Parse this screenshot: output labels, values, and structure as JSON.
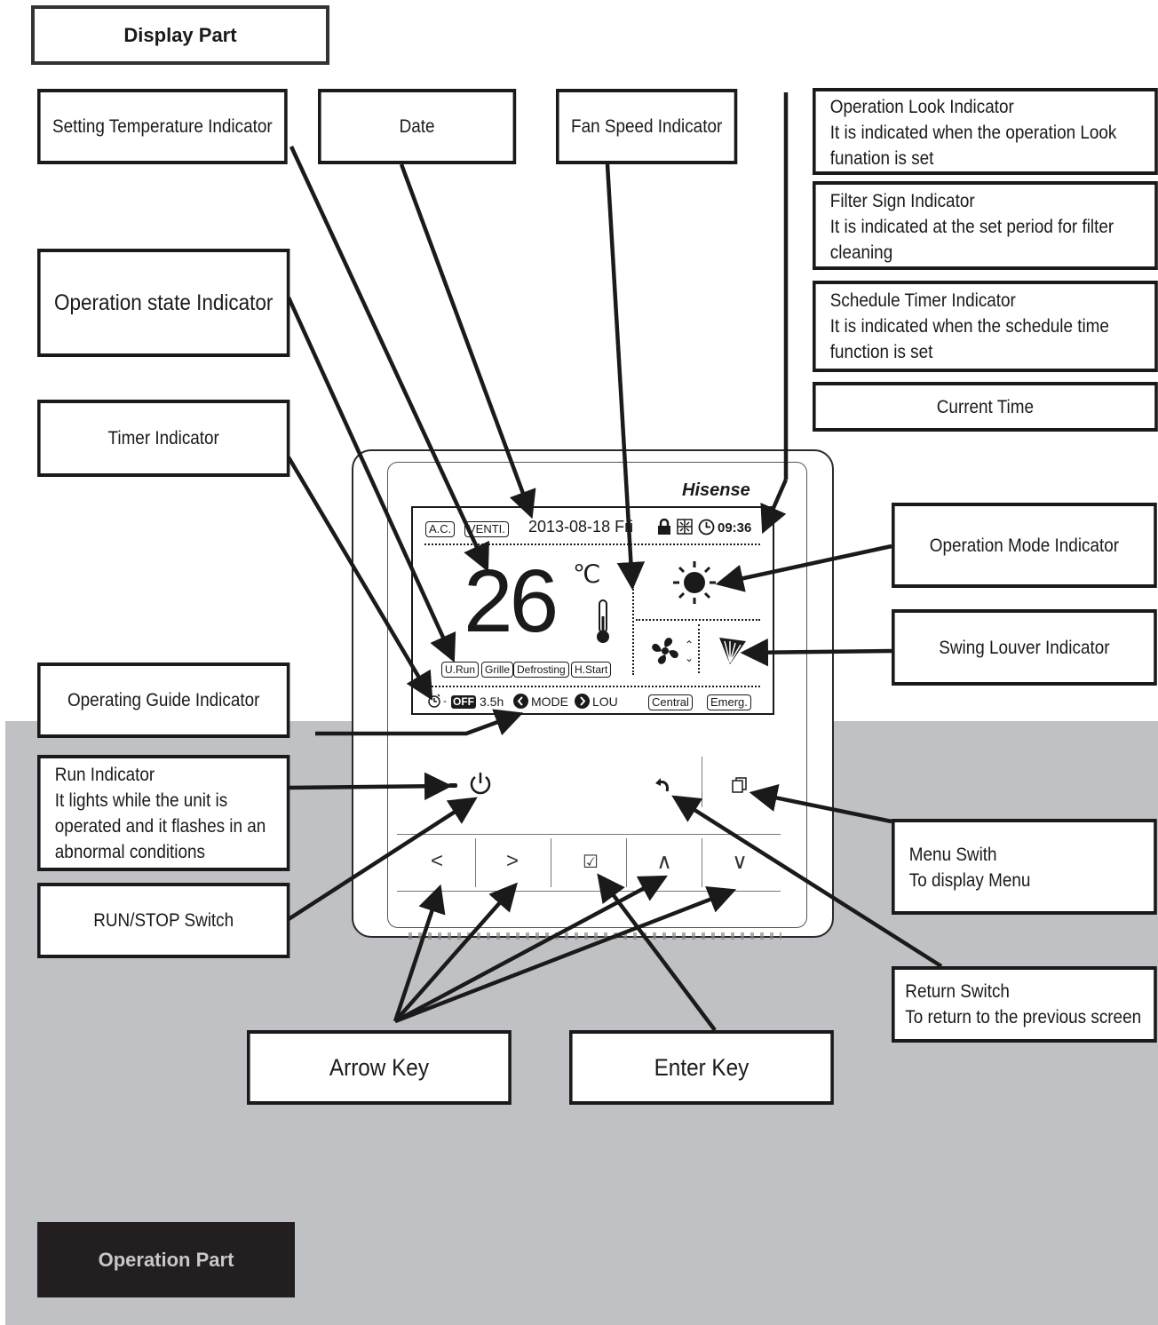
{
  "header": {
    "display_part": "Display Part",
    "operation_part": "Operation Part"
  },
  "device": {
    "brand": "Hisense",
    "lcd": {
      "tag_ac": "A.C.",
      "tag_venti": "VENTI.",
      "date": "2013-08-18 Fri",
      "time": "09:36",
      "temperature": "26",
      "unit": "℃",
      "status_tags": [
        "U.Run",
        "Grille",
        "Defrosting",
        "H.Start"
      ],
      "timer_off": "OFF",
      "timer_hours": "3.5h",
      "guide_mode": "MODE",
      "guide_lou": "LOU",
      "tag_central": "Central",
      "tag_emerg": "Emerg."
    },
    "keys": {
      "left": "<",
      "right": ">",
      "enter": "☑",
      "up": "∧",
      "down": "∨"
    }
  },
  "callouts": {
    "setting_temperature": "Setting Temperature Indicator",
    "date": "Date",
    "fan_speed": "Fan Speed Indicator",
    "operation_state": "Operation state Indicator",
    "timer": "Timer Indicator",
    "operating_guide": "Operating Guide Indicator",
    "run_indicator": [
      "Run Indicator",
      "It lights while the unit is",
      "operated and it flashes in an",
      "abnormal conditions"
    ],
    "run_stop": "RUN/STOP  Switch",
    "operation_look": [
      "Operation Look Indicator",
      "It is indicated when the operation Look",
      "funation is set"
    ],
    "filter_sign": [
      "Filter Sign Indicator",
      "It is indicated at the set period for filter",
      "cleaning"
    ],
    "schedule_timer": [
      "Schedule Timer Indicator",
      "It is indicated when the schedule time",
      "function is set"
    ],
    "current_time": "Current Time",
    "operation_mode": "Operation Mode Indicator",
    "swing_louver": "Swing Louver Indicator",
    "menu_switch": [
      "Menu Swith",
      "To display Menu"
    ],
    "return_switch": [
      "Return Switch",
      "To return to the previous screen"
    ],
    "arrow_key": "Arrow Key",
    "enter_key": "Enter Key"
  }
}
